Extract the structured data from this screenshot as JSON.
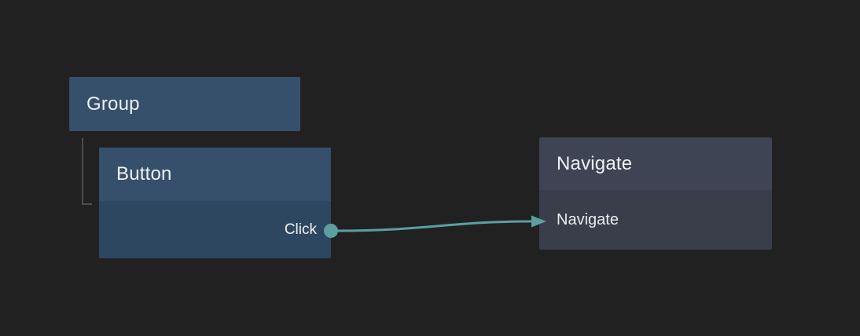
{
  "canvas": {
    "background": "#212121"
  },
  "colors": {
    "canvas_bg": "#212121",
    "node_blue_header": "#36506b",
    "node_blue_body": "#2e4760",
    "node_gray_header": "#3f4455",
    "node_gray_body": "#393e4a",
    "edge_teal": "#5d9fa1",
    "tree_line": "#4d4d4d"
  },
  "nodes": {
    "group": {
      "title": "Group"
    },
    "button": {
      "title": "Button",
      "ports": [
        {
          "label": "Click"
        }
      ]
    },
    "navigate": {
      "title": "Navigate",
      "action_label": "Navigate"
    }
  },
  "edge": {
    "from_port": "Click",
    "to_node": "Navigate"
  }
}
